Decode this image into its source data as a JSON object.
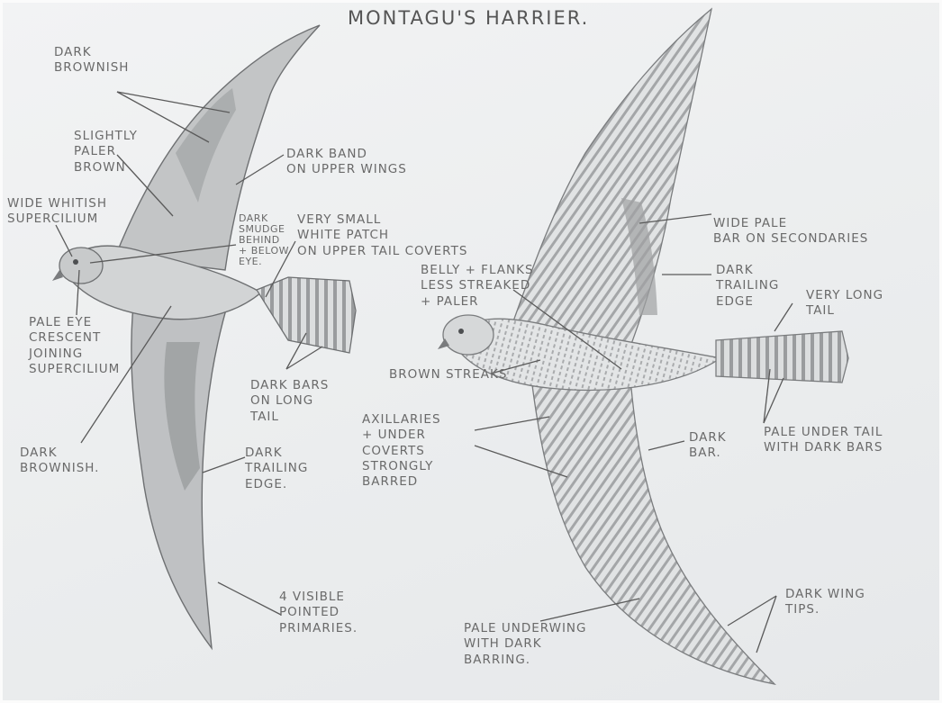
{
  "title": "MONTAGU'S HARRIER.",
  "left_bird": {
    "labels": {
      "dark_brownish_top": "DARK\nBROWNISH",
      "slightly_paler_brown": "SLIGHTLY\nPALER\nBROWN",
      "wide_whitish_supercilium": "WIDE WHITISH\nSUPERCILIUM",
      "dark_band_upper_wings": "DARK BAND\nON UPPER WINGS",
      "dark_smudge": "DARK\nSMUDGE\nBEHIND\n+ BELOW\nEYE.",
      "white_patch": "VERY SMALL\nWHITE PATCH\nON UPPER TAIL COVERTS",
      "pale_eye_crescent": "PALE EYE\nCRESCENT\nJOINING\nSUPERCILIUM",
      "dark_bars_tail": "DARK BARS\nON LONG\nTAIL",
      "dark_brownish_bottom": "DARK\nBROWNISH.",
      "dark_trailing_edge": "DARK\nTRAILING\nEDGE.",
      "primaries": "4 VISIBLE\nPOINTED\nPRIMARIES."
    }
  },
  "right_bird": {
    "labels": {
      "wide_pale_bar": "WIDE PALE\nBAR ON SECONDARIES",
      "belly_flanks": "BELLY + FLANKS\nLESS STREAKED\n+ PALER",
      "dark_trailing_edge": "DARK\nTRAILING\nEDGE",
      "very_long_tail": "VERY LONG\nTAIL",
      "brown_streaks": "BROWN STREAKS",
      "axillaries": "AXILLARIES\n+ UNDER\nCOVERTS\nSTRONGLY\nBARRED",
      "dark_bar": "DARK\nBAR.",
      "pale_under_tail": "PALE UNDER TAIL\nWITH DARK BARS",
      "dark_wing_tips": "DARK WING\nTIPS.",
      "pale_underwing": "PALE UNDERWING\nWITH DARK\nBARRING."
    }
  },
  "colors": {
    "paper": "#eceeef",
    "pencil": "#5a5a5a",
    "shade_light": "#c9cbcc",
    "shade_dark": "#8c8e90"
  }
}
